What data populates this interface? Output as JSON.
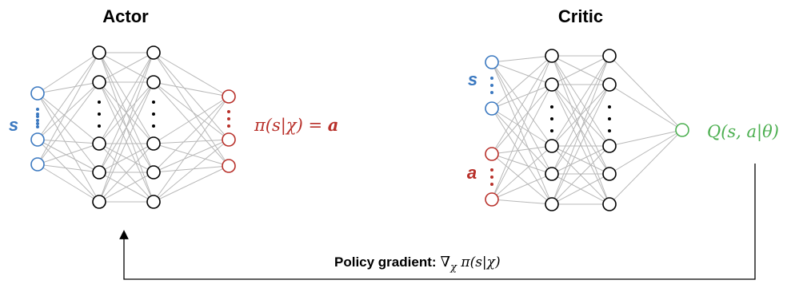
{
  "actor": {
    "title": "Actor",
    "input_label": "s",
    "output_label": "π(s|χ) = a",
    "output_label_parts": {
      "func": "π(s|χ) = ",
      "var": "a"
    }
  },
  "critic": {
    "title": "Critic",
    "state_label": "s",
    "action_label": "a",
    "output_label": "Q(s, a|θ)"
  },
  "feedback": {
    "label": "Policy gradient: ∇χ π(s|χ)",
    "label_parts": {
      "bold": "Policy gradient:",
      "nabla": "∇",
      "sub": "χ",
      "expr": " π(s|χ)"
    }
  },
  "colors": {
    "state": "#3a78c0",
    "action": "#b8302a",
    "q_value": "#4caf50",
    "hidden": "#000000",
    "edge": "#b8b8b8"
  }
}
